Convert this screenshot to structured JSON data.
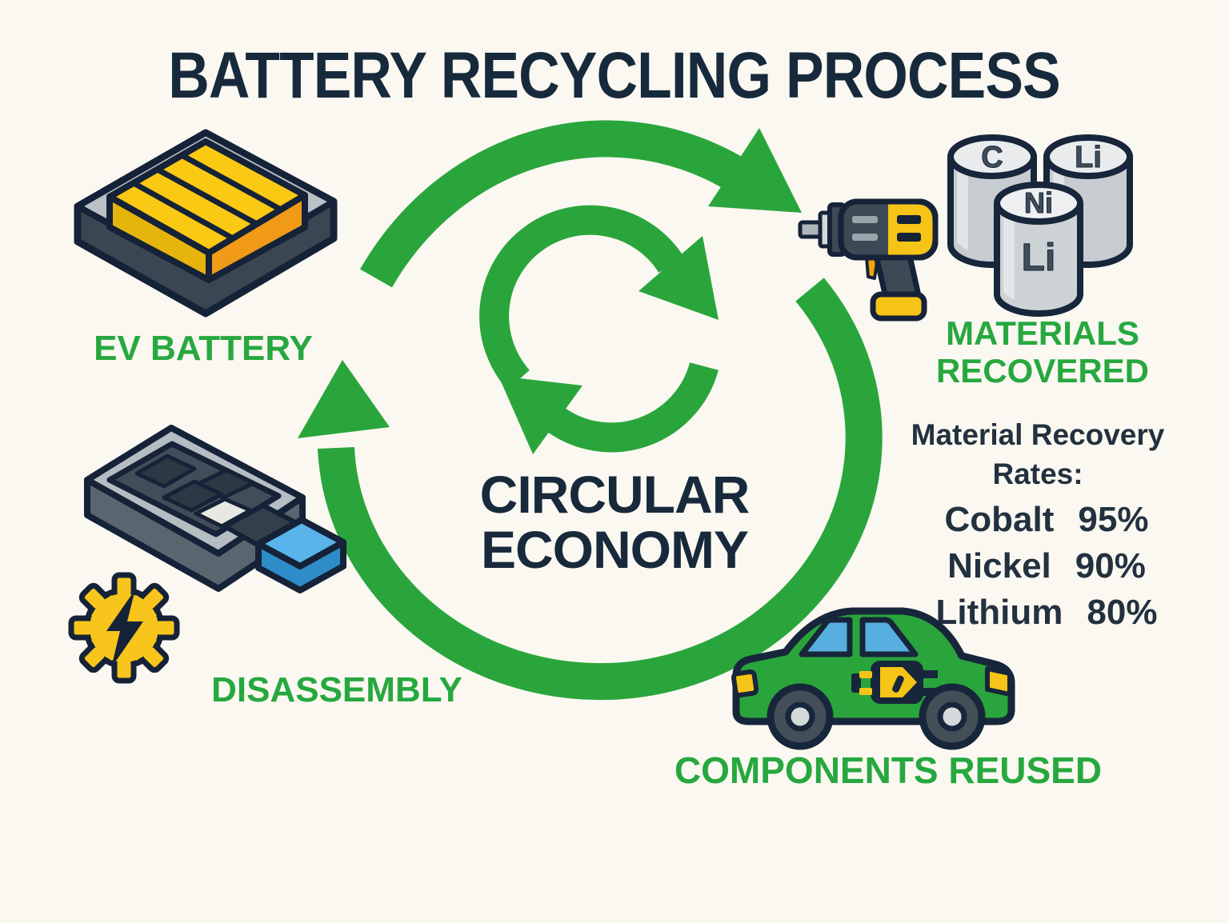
{
  "title": "BATTERY RECYCLING PROCESS",
  "colors": {
    "background": "#faf8f1",
    "green": "#2aa53c",
    "label_green": "#27a83f",
    "navy": "#172a3c",
    "yellow": "#f6c416",
    "blue_module": "#58b4eb",
    "barrel_gray": "#c7ccd0"
  },
  "center": {
    "label_line1": "CIRCULAR",
    "label_line2": "ECONOMY"
  },
  "stages": {
    "ev_battery": {
      "label": "EV BATTERY"
    },
    "disassembly": {
      "label": "DISASSEMBLY"
    },
    "materials_recovered": {
      "label_line1": "MATERIALS",
      "label_line2": "RECOVERED",
      "barrel_labels": {
        "back_left": "C",
        "back_right": "Li",
        "front_top": "Ni",
        "front_body": "Li"
      }
    },
    "components_reused": {
      "label": "COMPONENTS REUSED"
    }
  },
  "recovery_rates": {
    "heading_line1": "Material Recovery",
    "heading_line2": "Rates:",
    "rows": [
      {
        "material": "Cobalt",
        "rate": "95%"
      },
      {
        "material": "Nickel",
        "rate": "90%"
      },
      {
        "material": "Lithium",
        "rate": "80%"
      }
    ]
  },
  "icons": [
    "ev-battery-icon",
    "disassembly-icon",
    "gear-lightning-icon",
    "impact-driver-icon",
    "materials-barrels-icon",
    "ev-car-icon",
    "recycle-cycle-icon",
    "circular-flow-ring"
  ]
}
